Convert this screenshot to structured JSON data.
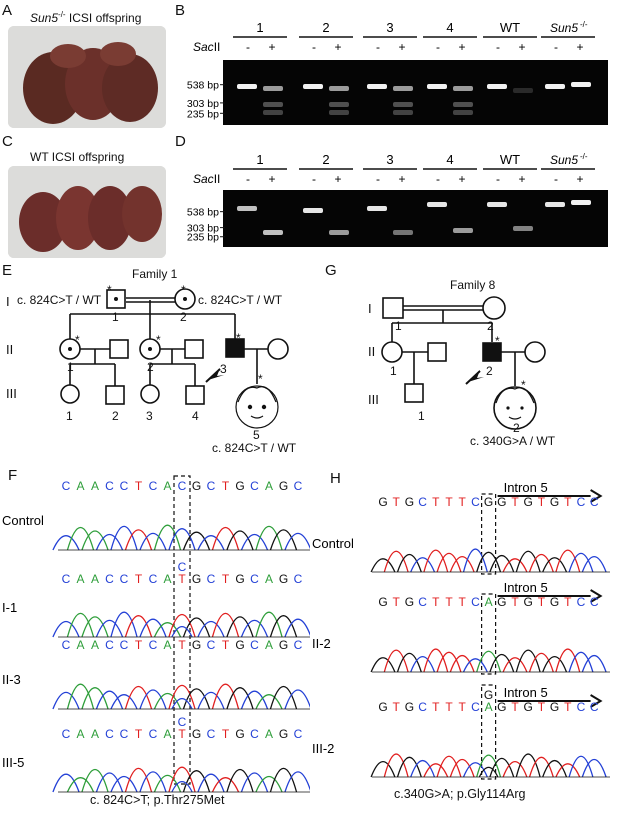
{
  "panels": {
    "A": {
      "letter": "A",
      "title_italic": "Sun5",
      "title_sup": "-/-",
      "title_rest": " ICSI offspring"
    },
    "B": {
      "letter": "B"
    },
    "C": {
      "letter": "C",
      "title": "WT ICSI offspring"
    },
    "D": {
      "letter": "D"
    },
    "E": {
      "letter": "E"
    },
    "F": {
      "letter": "F"
    },
    "G": {
      "letter": "G"
    },
    "H": {
      "letter": "H"
    }
  },
  "gel": {
    "lanes": [
      "1",
      "2",
      "3",
      "4",
      "WT"
    ],
    "sun5_label": "Sun5",
    "sun5_sup": "-/-",
    "enzyme": "Sac",
    "enzyme_suffix": "II",
    "minus": "-",
    "plus": "+",
    "markers": [
      "538 bp",
      "303 bp",
      "235 bp"
    ]
  },
  "family1": {
    "title": "Family 1",
    "gens": [
      "I",
      "II",
      "III"
    ],
    "i1_genotype": "c. 824C>T / WT",
    "i2_genotype": "c. 824C>T / WT",
    "iii5_genotype": "c. 824C>T / WT",
    "star": "*",
    "ids": {
      "I1": "1",
      "I2": "2",
      "II1": "1",
      "II2": "2",
      "II3": "3",
      "III1": "1",
      "III2": "2",
      "III3": "3",
      "III4": "4",
      "III5": "5"
    }
  },
  "family8": {
    "title": "Family 8",
    "gens": [
      "I",
      "II",
      "III"
    ],
    "iii2_genotype": "c. 340G>A / WT",
    "star": "*",
    "ids": {
      "I1": "1",
      "I2": "2",
      "II1": "1",
      "II2": "2",
      "III1": "1",
      "III2": "2"
    }
  },
  "seqF": {
    "rows": [
      {
        "label": "Control",
        "seq": "CAACCTCACGCTGCAGC",
        "above": ""
      },
      {
        "label": "I-1",
        "seq": "CAACCTCATGCTGCAGC",
        "above": "C"
      },
      {
        "label": "II-3",
        "seq": "CAACCTCATGCTGCAGC",
        "above": ""
      },
      {
        "label": "III-5",
        "seq": "CAACCTCATGCTGCAGC",
        "above": "C"
      }
    ],
    "caption": "c. 824C>T; p.Thr275Met"
  },
  "seqH": {
    "intron": "Intron 5",
    "rows": [
      {
        "label": "Control",
        "seq": "GTGCTTTCGGTGTGTCC",
        "above": ""
      },
      {
        "label": "II-2",
        "seq": "GTGCTTTCAGTGTGTCC",
        "above": ""
      },
      {
        "label": "III-2",
        "seq": "GTGCTTTCAGTGTGTCC",
        "above": "G"
      }
    ],
    "caption": "c.340G>A; p.Gly114Arg"
  },
  "colors": {
    "A": "#2e9e3a",
    "C": "#2340d6",
    "G": "#111111",
    "T": "#e11f1f"
  }
}
